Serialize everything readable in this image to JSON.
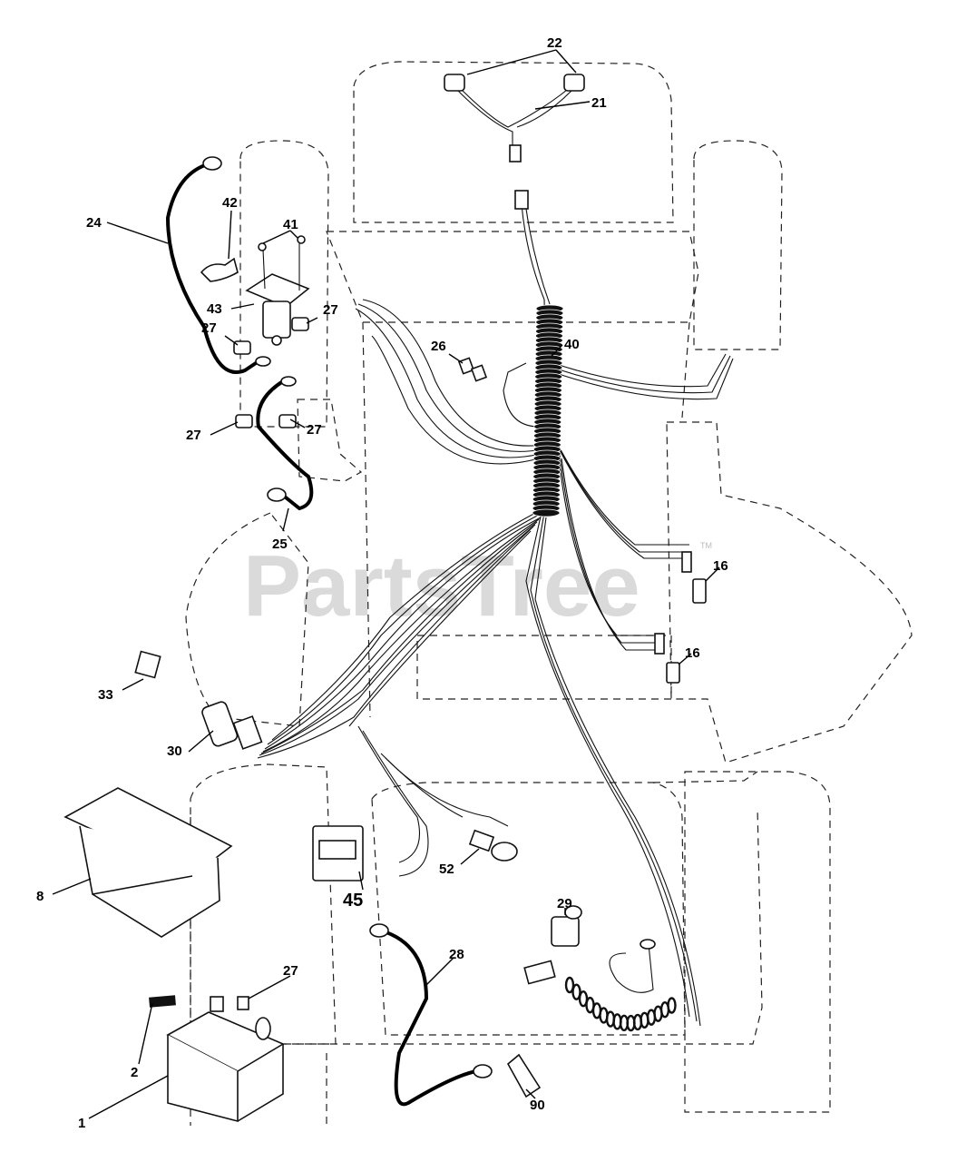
{
  "watermark": {
    "text": "PartsTree",
    "trademark": "TM"
  },
  "callouts": {
    "c1": "1",
    "c2": "2",
    "c8": "8",
    "c16a": "16",
    "c16b": "16",
    "c21": "21",
    "c22": "22",
    "c24": "24",
    "c25": "25",
    "c26": "26",
    "c27a": "27",
    "c27b": "27",
    "c27c": "27",
    "c27d": "27",
    "c27e": "27",
    "c28": "28",
    "c29": "29",
    "c30": "30",
    "c33": "33",
    "c40": "40",
    "c41": "41",
    "c42": "42",
    "c43": "43",
    "c45": "45",
    "c52": "52",
    "c90": "90"
  }
}
